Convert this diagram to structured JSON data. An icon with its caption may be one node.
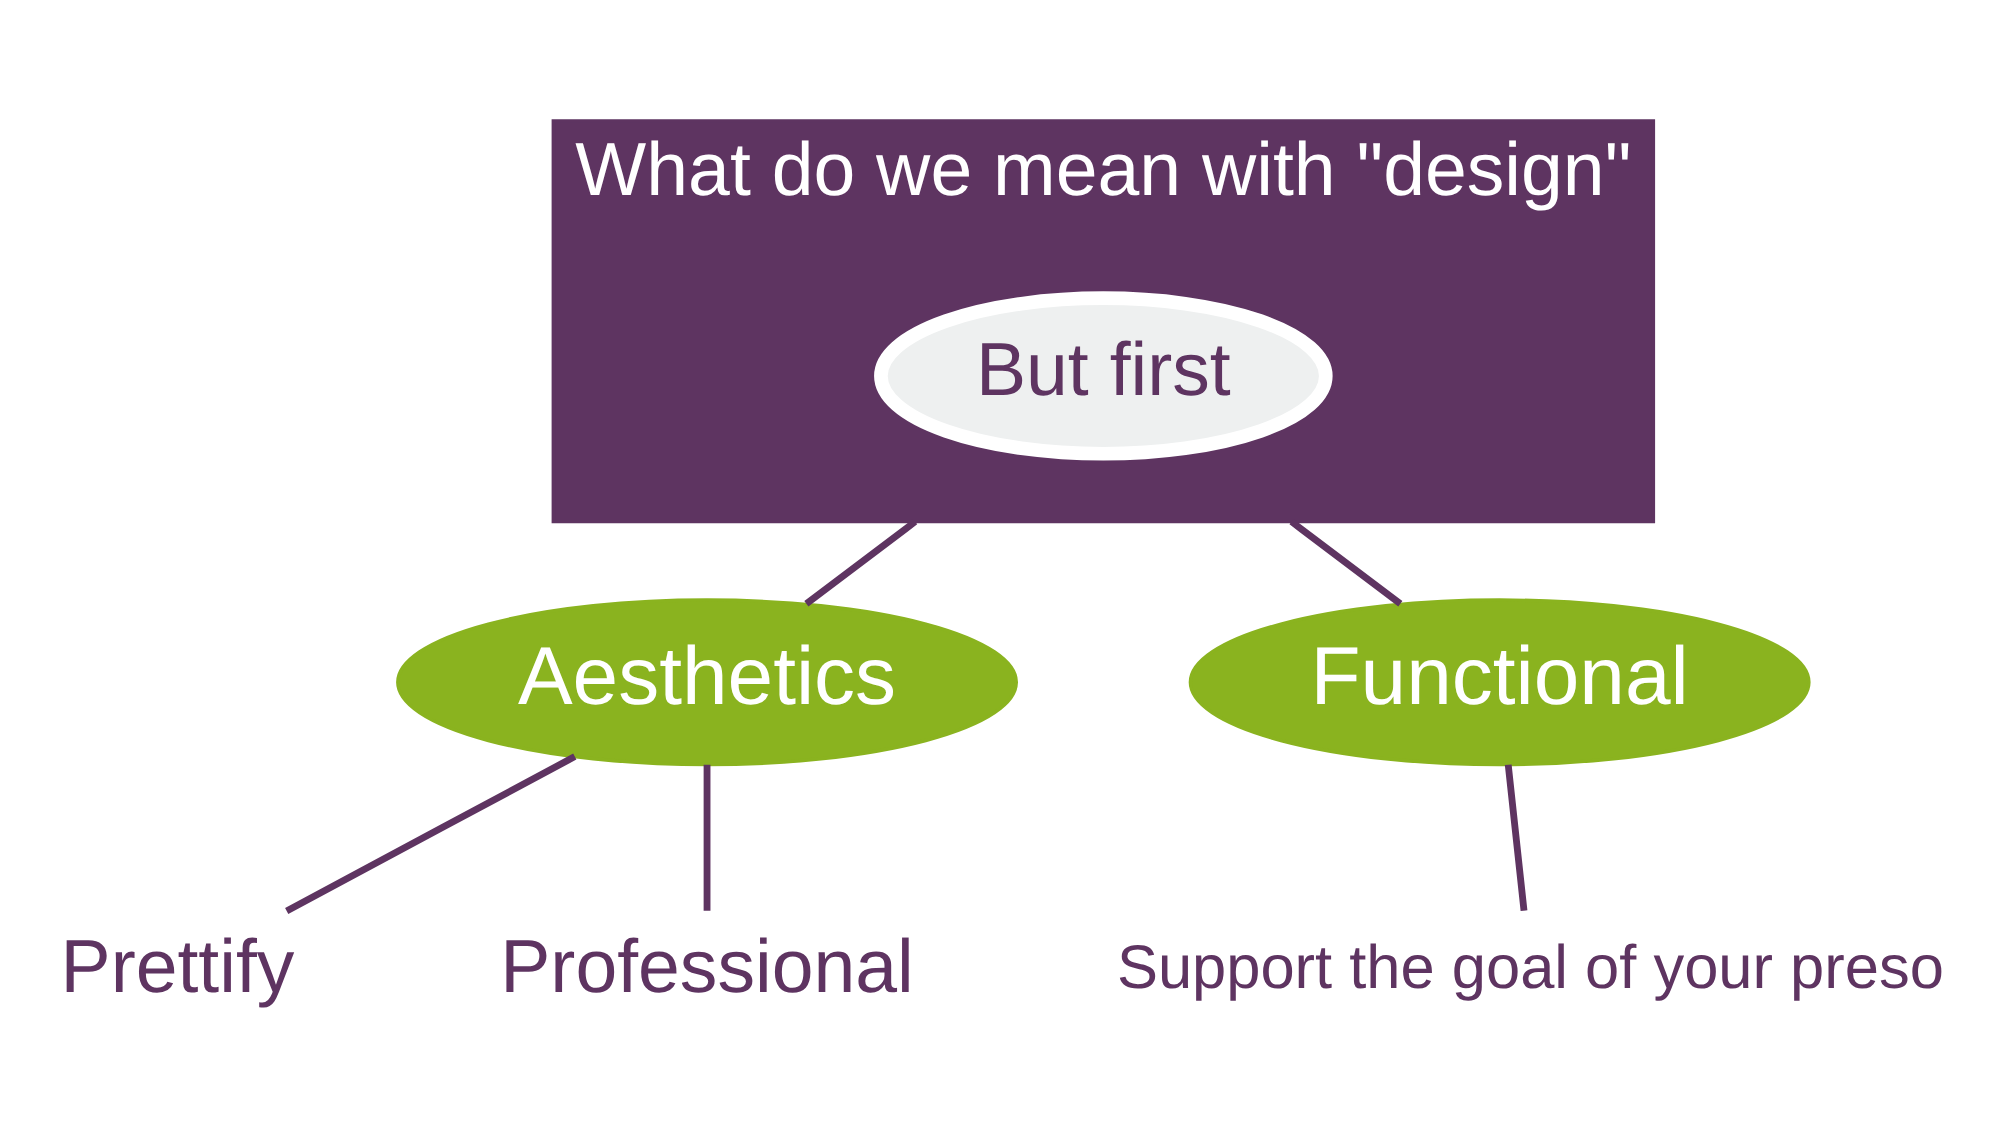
{
  "diagram": {
    "nodes": [
      {
        "text": [
          "What do we mean with \"design\""
        ]
      },
      {
        "text": [
          "But first"
        ],
        "in": 0
      },
      {
        "text": [
          "Aesthetics"
        ]
      },
      {
        "text": [
          "Functional"
        ]
      },
      {
        "text": [
          "Prettify"
        ]
      },
      {
        "text": [
          "Professional"
        ]
      },
      {
        "text": [
          "Support the goal of your preso"
        ]
      }
    ],
    "edges": [
      {
        "from": 0,
        "to": 2,
        "arrow": "none"
      },
      {
        "from": 0,
        "to": 3,
        "arrow": "none"
      },
      {
        "from": 2,
        "to": 4,
        "arrow": "none"
      },
      {
        "from": 2,
        "to": 5,
        "arrow": "none"
      },
      {
        "from": 3,
        "to": 6,
        "arrow": "none"
      }
    ]
  }
}
